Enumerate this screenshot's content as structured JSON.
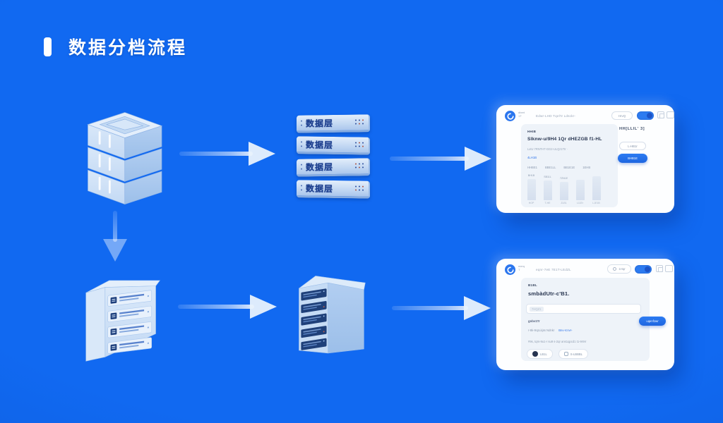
{
  "title": {
    "text": "数据分档流程"
  },
  "tiers": {
    "unit_labels": [
      "数据层",
      "数据层",
      "数据层",
      "数据层"
    ]
  },
  "window_top": {
    "logo_caption": "dbert\n1T",
    "titlebar_text": "Edwr-LHD Tqel'tr Ldsckr-",
    "titlebar_button": "HrvQ",
    "card": {
      "eyebrow": "HHIB",
      "heading": "Slknw-u/9H4 1Qr dHEZGB f1-HL",
      "subtitle": "LxtU 7RNTHT-GG2-ULQz1Ttr ·",
      "link": "4LH1B",
      "columns": [
        "HHBE1",
        "BBE1LL",
        "BB1E1E",
        "1EHB"
      ],
      "bar_top_labels": [
        "BH1B",
        "SB11L",
        "7ZN1E"
      ],
      "bar_bottom_labels": [
        "HOP",
        "T-HE",
        "ZLB1",
        "L11Er",
        "L1E1B"
      ],
      "bar_values": [
        30,
        28,
        26,
        29,
        34
      ]
    },
    "sidebar": {
      "code": "HH[LLIL' 3]",
      "secondary_button": "L-HB1r",
      "primary_button": "BHB1E"
    }
  },
  "window_bottom": {
    "logo_caption": "merq\nT",
    "titlebar_text": "eqnr-7eE 7E1T-LEdZL",
    "titlebar_button": "1Hqr",
    "card": {
      "eyebrow": "B1BL",
      "heading": "smbàdUtr-c'B1.",
      "input_placeholder": "7HQZ1",
      "caption": "gnbv1Tr",
      "primary_button": "uqenf1wr",
      "meta_text": "r-8k-9cpLkjss Ndnkr",
      "meta_link": "Bnv-rcnvr-",
      "hint_text": "#9s, tqrs-9u1-r su9 s-2qr ans1qpcd1 t1-9r9rr",
      "action1": "LB1L",
      "action2": "S-LBBBL"
    }
  },
  "colors": {
    "background": "#1169f1",
    "accent": "#2b76ee",
    "illustration_light": "#d9e8f9",
    "illustration_mid": "#b5d0f1",
    "illustration_dark": "#1e3f7c"
  }
}
